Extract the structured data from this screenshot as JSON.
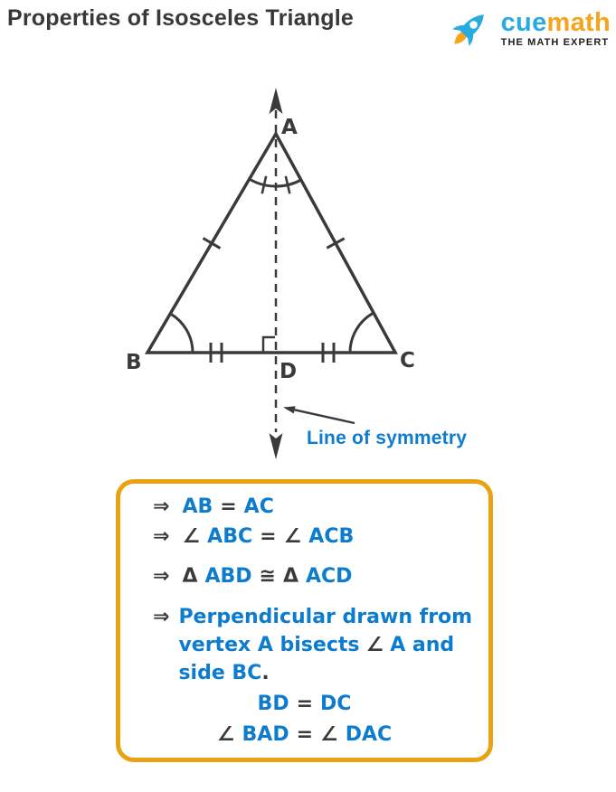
{
  "header": {
    "title": "Properties of Isosceles Triangle",
    "logo": {
      "brand_cue": "cue",
      "brand_math": "math",
      "tagline": "THE MATH EXPERT"
    }
  },
  "diagram": {
    "vertex_labels": {
      "a": "A",
      "b": "B",
      "c": "C",
      "d": "D"
    },
    "symmetry_label": "Line of symmetry"
  },
  "properties_box": {
    "line1": {
      "arrow": "⇒",
      "lhs": "AB",
      "eq": "=",
      "rhs": "AC"
    },
    "line2": {
      "arrow": "⇒",
      "angle1": "∠",
      "lhs": "ABC",
      "eq": "=",
      "angle2": "∠",
      "rhs": "ACB"
    },
    "line3": {
      "arrow": "⇒",
      "delta1": "Δ",
      "lhs": "ABD",
      "cong": "≅",
      "delta2": "Δ",
      "rhs": "ACD"
    },
    "line4": {
      "arrow": "⇒",
      "row1": "Perpendicular drawn from",
      "row2a": "vertex A bisects",
      "angle": "∠",
      "row2b": "A and",
      "row3": "side BC",
      "period": "."
    },
    "line5": {
      "lhs": "BD",
      "eq": "=",
      "rhs": "DC"
    },
    "line6": {
      "angle1": "∠",
      "lhs": "BAD",
      "eq": "=",
      "angle2": "∠",
      "rhs": "DAC"
    }
  },
  "colors": {
    "accent_blue": "#0E7CCE",
    "line_dark": "#3A3A3A",
    "box_border_orange": "#E9A312",
    "logo_blue": "#29ABE2",
    "logo_orange": "#F7A41C",
    "title_gray": "#383838"
  }
}
